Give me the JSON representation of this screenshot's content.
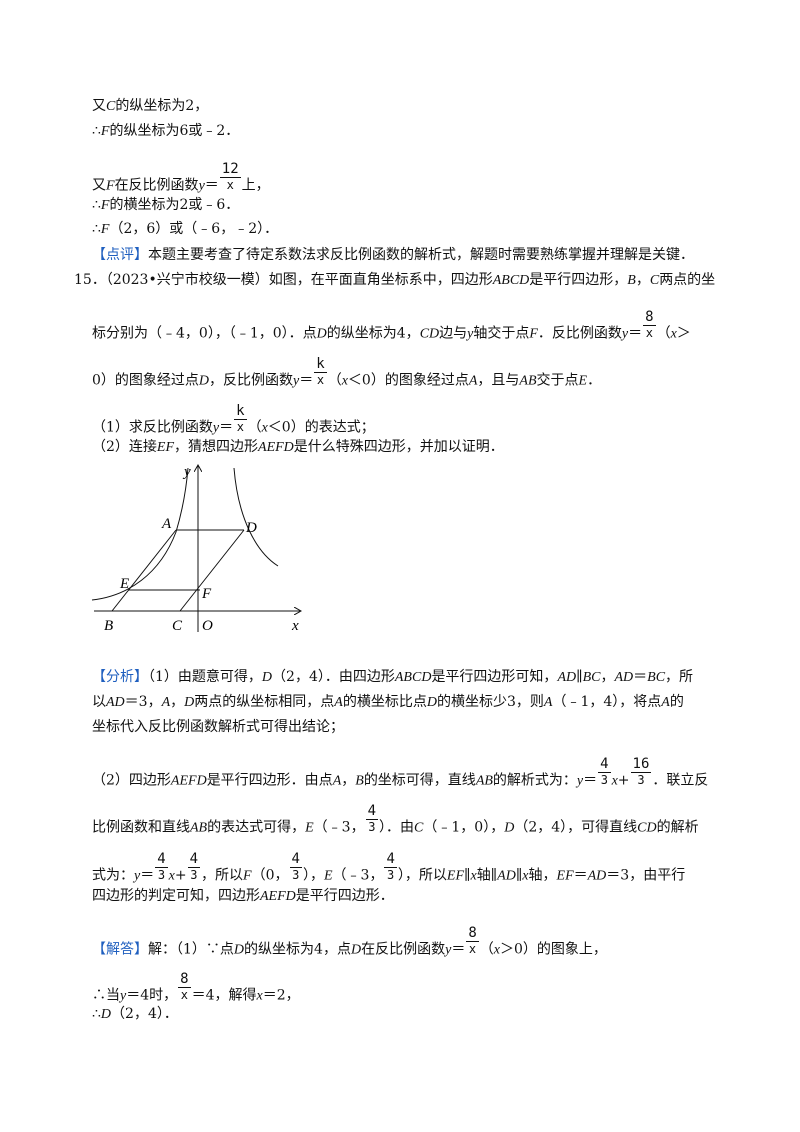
{
  "lines": {
    "l1": {
      "a": "又",
      "v": "C",
      "b": "的纵坐标为2，"
    },
    "l2": {
      "a": "∴",
      "v": "F",
      "b": "的纵坐标为6或﹣2．"
    },
    "l3": {
      "a": "又",
      "v": "F",
      "b": "在反比例函数",
      "y": "y",
      "eq": "＝",
      "num": "12",
      "den": "x",
      "c": "上，"
    },
    "l4": {
      "a": "∴",
      "v": "F",
      "b": "的横坐标为2或﹣6．"
    },
    "l5": {
      "a": "∴",
      "v": "F",
      "b": "（2，6）或（﹣6，﹣2）．"
    },
    "l6": {
      "tag": "【点评】",
      "text": "本题主要考查了待定系数法求反比例函数的解析式，解题时需要熟练掌握并理解是关键．"
    }
  },
  "problem": {
    "number": "15．",
    "l1": {
      "a": "（2023•兴宁市校级一模）如图，在平面直角坐标系中，四边形",
      "v1": "ABCD",
      "b": "是平行四边形，",
      "v2": "B",
      "c": "，",
      "v3": "C",
      "d": "两点的坐"
    },
    "l2": {
      "a": "标分别为（﹣4，0），（﹣1，0）．点",
      "v1": "D",
      "b": "的纵坐标为4，",
      "v2": "CD",
      "c": "边与",
      "v3": "y",
      "d": "轴交于点",
      "v4": "F",
      "e": "．反比例函数",
      "y": "y",
      "eq": "＝",
      "num": "8",
      "den": "x",
      "f": "（",
      "x": "x",
      "g": "＞"
    },
    "l3": {
      "a": "0）的图象经过点",
      "v1": "D",
      "b": "，反比例函数",
      "y": "y",
      "eq": "＝",
      "num": "k",
      "den": "x",
      "c": "（",
      "x": "x",
      "d": "＜0）的图象经过点",
      "v2": "A",
      "e": "，且与",
      "v3": "AB",
      "f": "交于点",
      "v4": "E",
      "g": "．"
    },
    "q1": {
      "a": "（1）求反比例函数",
      "y": "y",
      "eq": "＝",
      "num": "k",
      "den": "x",
      "b": "（",
      "x": "x",
      "c": "＜0）的表达式；"
    },
    "q2": {
      "a": "（2）连接",
      "v1": "EF",
      "b": "，猜想四边形",
      "v2": "AEFD",
      "c": "是什么特殊四边形，并加以证明．"
    }
  },
  "figure": {
    "labels": {
      "y": "y",
      "x": "x",
      "A": "A",
      "D": "D",
      "E": "E",
      "F": "F",
      "B": "B",
      "C": "C",
      "O": "O"
    }
  },
  "analysis": {
    "tag": "【分析】",
    "l1": {
      "a": "（1）由题意可得，",
      "v1": "D",
      "b": "（2，4）．由四边形",
      "v2": "ABCD",
      "c": "是平行四边形可知，",
      "v3": "AD",
      "d": "∥",
      "v4": "BC",
      "e": "，",
      "v5": "AD",
      "f": "＝",
      "v6": "BC",
      "g": "，所"
    },
    "l2": {
      "a": "以",
      "v1": "AD",
      "b": "＝3，",
      "v2": "A",
      "c": "，",
      "v3": "D",
      "d": "两点的纵坐标相同，点",
      "v4": "A",
      "e": "的横坐标比点",
      "v5": "D",
      "f": "的横坐标少3，则",
      "v6": "A",
      "g": "（﹣1，4），将点",
      "v7": "A",
      "h": "的"
    },
    "l3": {
      "a": "坐标代入反比例函数解析式可得出结论；"
    },
    "l4": {
      "a": "（2）四边形",
      "v1": "AEFD",
      "b": "是平行四边形．由点",
      "v2": "A",
      "c": "，",
      "v3": "B",
      "d": "的坐标可得，直线",
      "v4": "AB",
      "e": "的解析式为：",
      "y": "y",
      "eq": "＝",
      "n1": "4",
      "d1": "3",
      "x": "x",
      "plus": "+",
      "n2": "16",
      "d2": "3",
      "f": "．联立反"
    },
    "l5": {
      "a": "比例函数和直线",
      "v1": "AB",
      "b": "的表达式可得，",
      "v2": "E",
      "c": "（﹣3，",
      "n1": "4",
      "d1": "3",
      "d": "）．由",
      "v3": "C",
      "e": "（﹣1，0），",
      "v4": "D",
      "f": "（2，4），可得直线",
      "v5": "CD",
      "g": "的解析"
    },
    "l6": {
      "a": "式为：",
      "y": "y",
      "eq": "＝",
      "n1": "4",
      "d1": "3",
      "x": "x",
      "plus": "+",
      "n2": "4",
      "d2": "3",
      "b": "，所以",
      "v1": "F",
      "c": "（0，",
      "n3": "4",
      "d3": "3",
      "d": "），",
      "v2": "E",
      "e": "（﹣3，",
      "n4": "4",
      "d4": "3",
      "f": "），所以",
      "v3": "EF",
      "g": "∥",
      "x2": "x",
      "h": "轴∥",
      "v4": "AD",
      "i": "∥",
      "x3": "x",
      "j": "轴，",
      "v5": "EF",
      "k": "＝",
      "v6": "AD",
      "l": "＝3，由平行"
    },
    "l7": {
      "a": "四边形的判定可知，四边形",
      "v1": "AEFD",
      "b": "是平行四边形．"
    }
  },
  "solution": {
    "tag": "【解答】",
    "l1": {
      "a": "解：（1）∵点",
      "v1": "D",
      "b": "的纵坐标为4，点",
      "v2": "D",
      "c": "在反比例函数",
      "y": "y",
      "eq": "＝",
      "num": "8",
      "den": "x",
      "d": "（",
      "x": "x",
      "e": "＞0）的图象上，"
    },
    "l2": {
      "a": "∴当",
      "y": "y",
      "b": "＝4时，",
      "num": "8",
      "den": "x",
      "c": "＝4，解得",
      "x": "x",
      "d": "＝2，"
    },
    "l3": {
      "a": "∴",
      "v": "D",
      "b": "（2，4）．"
    }
  }
}
